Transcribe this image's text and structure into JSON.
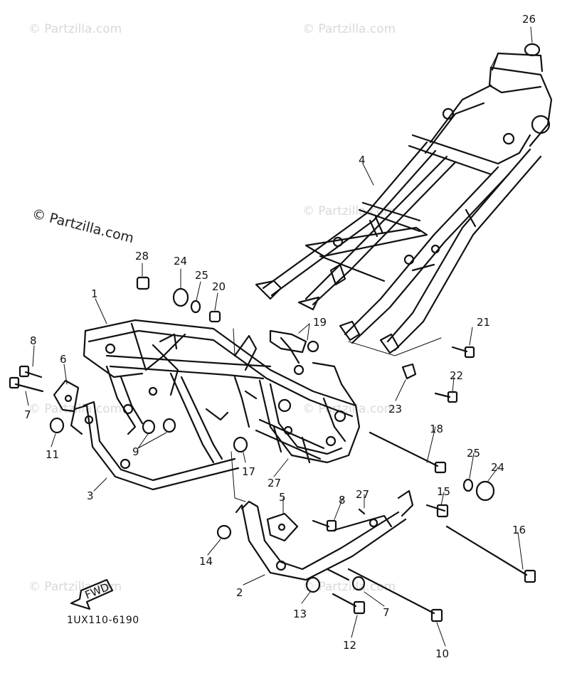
{
  "watermarks": {
    "primary": "© Partzilla.com",
    "faint": "© Partzilla.com"
  },
  "diagram_code": "1UX110-6190",
  "fwd_label": "FWD",
  "callouts": {
    "c26": "26",
    "c4": "4",
    "c28": "28",
    "c24a": "24",
    "c25a": "25",
    "c20": "20",
    "c1": "1",
    "c19": "19",
    "c21": "21",
    "c8a": "8",
    "c6": "6",
    "c7a": "7",
    "c11": "11",
    "c9": "9",
    "c3": "3",
    "c17": "17",
    "c27a": "27",
    "c22": "22",
    "c23": "23",
    "c18": "18",
    "c25b": "25",
    "c24b": "24",
    "c15": "15",
    "c5": "5",
    "c8b": "8",
    "c27b": "27",
    "c16": "16",
    "c14": "14",
    "c2": "2",
    "c13": "13",
    "c7b": "7",
    "c12": "12",
    "c10": "10"
  }
}
